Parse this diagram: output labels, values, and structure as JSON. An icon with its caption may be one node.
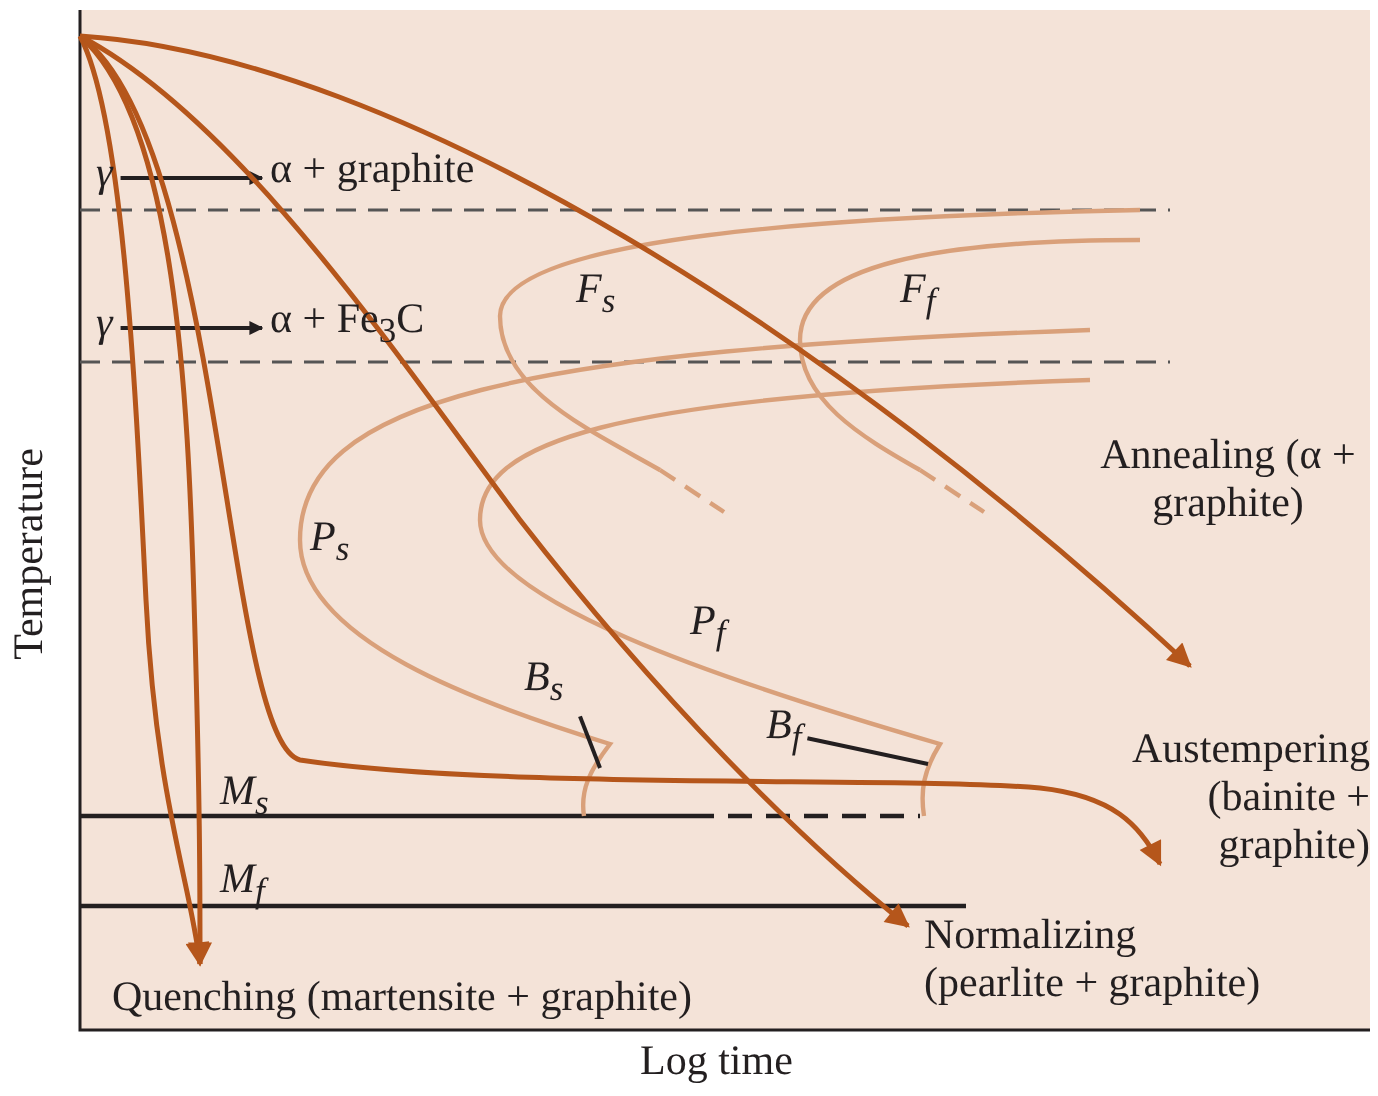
{
  "diagram": {
    "nodes": [
      {
        "text": [
          "γ"
        ]
      },
      {
        "text": [
          "α + graphite"
        ]
      },
      {
        "text": [
          "γ"
        ]
      },
      {
        "text": [
          "α + Fe$_{3}$C"
        ]
      },
      {
        "text": [
          "B$_{s}$"
        ]
      },
      {
        "text": [
          "B$_{f}$"
        ]
      },
      {
        "text": [
          "Quenching (martensite + graphite)"
        ]
      },
      {
        "text": [
          "Normalizing (pearlite + graphite)"
        ]
      },
      {
        "text": [
          "Austempering (bainite + graphite)"
        ]
      },
      {
        "text": [
          "Annealing (α + graphite)"
        ]
      }
    ],
    "edges": [
      {
        "from": 0,
        "to": 1,
        "arrow": "to",
        "color": "#231f20"
      },
      {
        "from": 2,
        "to": 3,
        "arrow": "to",
        "color": "#231f20"
      },
      {
        "from": 4,
        "to": null,
        "arrow": "none",
        "color": "#231f20"
      },
      {
        "from": 5,
        "to": null,
        "arrow": "none",
        "color": "#231f20"
      },
      {
        "from": null,
        "to": 6,
        "arrow": "to"
      },
      {
        "from": null,
        "to": 6,
        "arrow": "to"
      },
      {
        "from": null,
        "to": 8,
        "arrow": "to"
      },
      {
        "from": null,
        "to": 7,
        "arrow": "to"
      },
      {
        "from": null,
        "to": 9,
        "arrow": "to"
      }
    ],
    "labels": [
      "Temperature",
      "Log time",
      "F$_{s}$",
      "F$_{f}$",
      "P$_{s}$",
      "P$_{f}$",
      "M$_{s}$",
      "M$_{f}$"
    ]
  }
}
